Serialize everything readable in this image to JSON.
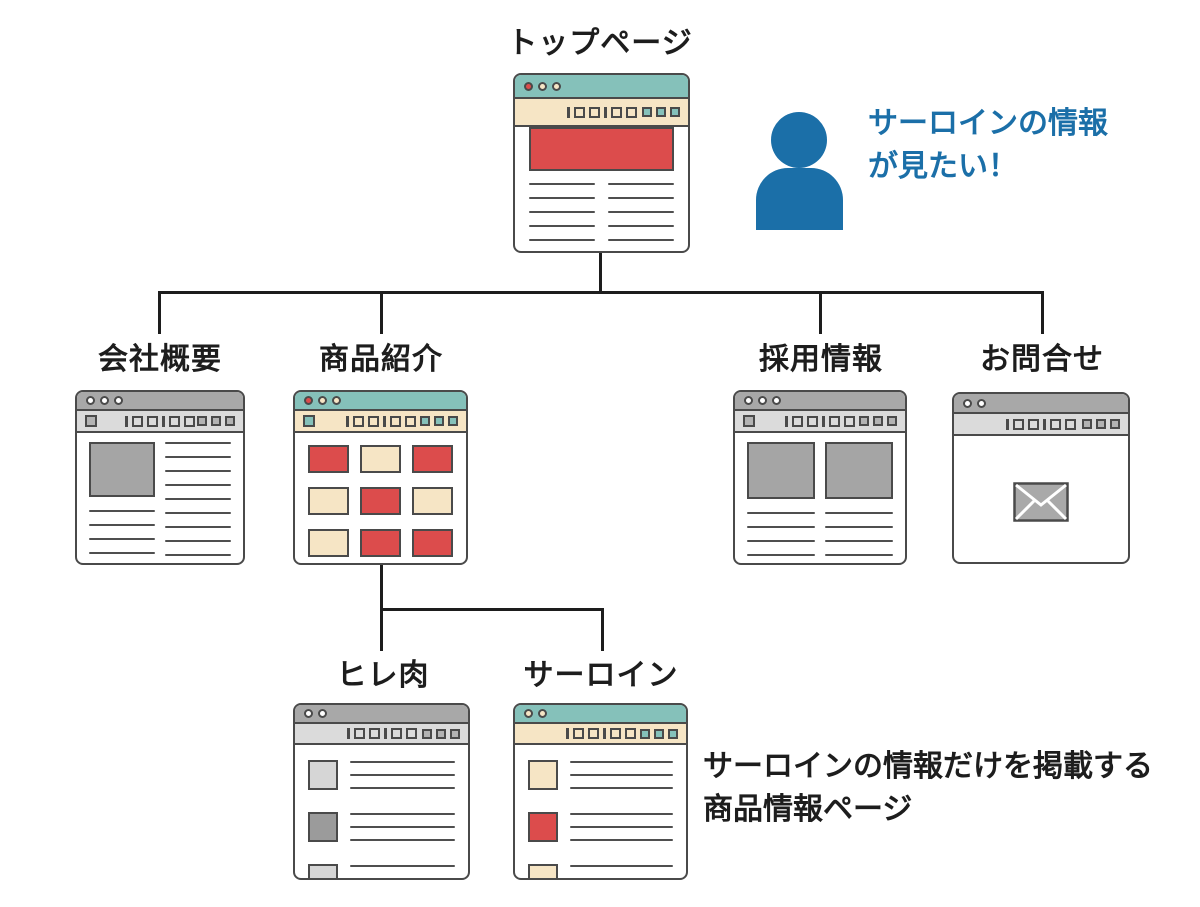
{
  "sitemap": {
    "top": {
      "label": "トップページ"
    },
    "children": [
      {
        "id": "company",
        "label": "会社概要"
      },
      {
        "id": "products",
        "label": "商品紹介"
      },
      {
        "id": "recruit",
        "label": "採用情報"
      },
      {
        "id": "contact",
        "label": "お問合せ"
      }
    ],
    "products_children": [
      {
        "id": "fillet",
        "label": "ヒレ肉"
      },
      {
        "id": "sirloin",
        "label": "サーロイン"
      }
    ]
  },
  "callout": {
    "line1": "サーロインの情報",
    "line2": "が見たい！",
    "color": "#1b6fa8"
  },
  "annotation": {
    "line1": "サーロインの情報だけを掲載する",
    "line2": "商品情報ページ",
    "color": "#1d1d1d"
  },
  "colors": {
    "teal": "#85c1ba",
    "cream": "#f6e5c5",
    "red": "#dc4c4c",
    "outline": "#4a4a4a",
    "gray_titlebar": "#a8a8a8",
    "gray_addressbar": "#dbdbdb",
    "line": "#4f4f4f",
    "connector": "#1d1d1d",
    "background": "#ffffff"
  }
}
